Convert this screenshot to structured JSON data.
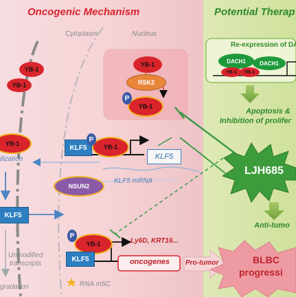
{
  "titles": {
    "oncogenic": "Oncogenic Mechanism",
    "therapy": "Potential Therap"
  },
  "compartments": {
    "cytoplasm": "Cytoplasm",
    "nucleus": "Nucleus"
  },
  "proteins": {
    "yb1": "YB-1",
    "rsk2": "RSK2",
    "klf5": "KLF5",
    "nsun2": "NSUN2",
    "dach1": "DACH1",
    "p": "P"
  },
  "labels": {
    "klf5_gene": "KLF5",
    "klf5_mrna": "KLF5 mRNA",
    "localization": "ilization",
    "targets": "Ly6D, KRT16...",
    "oncogenes": "oncogenes",
    "pro_tumor": "Pro-tumor",
    "unmodified_1": "Unmodified",
    "unmodified_2": "transcripts",
    "degradation": "gradation",
    "rna_m5c": "RNA  m5C"
  },
  "therapy": {
    "reexpression": "Re-expression of DA",
    "apoptosis_1": "Apoptosis &",
    "apoptosis_2": "Inhibition of prolifer",
    "drug": "LJH685",
    "anti_tumor": "Anti-tumo",
    "blbc_1": "BLBC",
    "blbc_2": "progressi"
  },
  "colors": {
    "yb1": "#d9242c",
    "klf5": "#2e7fc1",
    "rsk2": "#e8863a",
    "nsun2": "#8a5aa8",
    "dach1": "#1e9a3c",
    "green_bg": "#dfeab8",
    "pink_bg": "#f4d3d6"
  }
}
